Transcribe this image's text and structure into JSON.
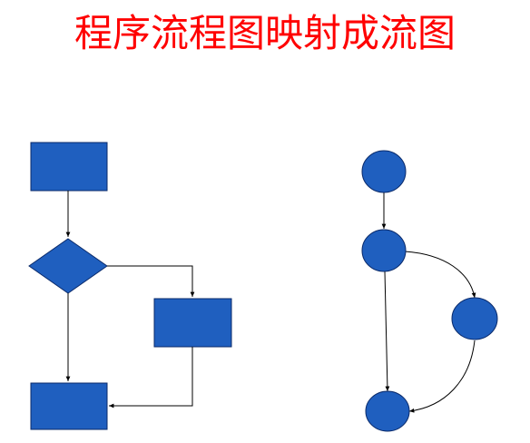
{
  "title": "程序流程图映射成流图",
  "colors": {
    "title": "#ff0000",
    "shape_fill": "#1f5fbf",
    "shape_stroke": "#0a2a6a",
    "line": "#000000",
    "background": "#ffffff"
  },
  "flowchart": {
    "shapes": [
      "process-box",
      "decision-diamond",
      "process-box",
      "process-box"
    ]
  },
  "flowgraph": {
    "nodes": [
      "node",
      "node",
      "node",
      "node"
    ]
  }
}
